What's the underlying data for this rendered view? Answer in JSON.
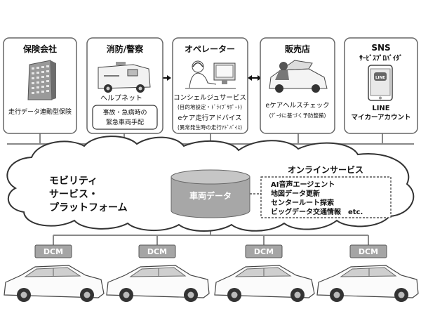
{
  "partners": [
    {
      "title": "保険会社",
      "lines": [
        "走行データ連動型保険"
      ]
    },
    {
      "title": "消防/警察",
      "lines": [
        "ヘルプネット",
        "事故・急病時の",
        "緊急車両手配"
      ]
    },
    {
      "title": "オペレーター",
      "lines": [
        "コンシェルジュサービス",
        "(目的地設定・ﾄﾞﾗｲﾌﾞｻﾎﾟｰﾄ)",
        "eケア走行アドバイス",
        "(異常発生時の走行ｱﾄﾞﾊﾞｲｽ)"
      ]
    },
    {
      "title": "販売店",
      "lines": [
        "eケアヘルスチェック",
        "(ﾃﾞｰﾀに基づく予防整備)"
      ]
    },
    {
      "title": "SNS",
      "subtitle": "ｻｰﾋﾞｽﾌﾟﾛﾊﾞｲﾀﾞ",
      "lines": [
        "LINE",
        "マイカーアカウント"
      ],
      "phone_brand": "LINE"
    }
  ],
  "platform": {
    "lines": [
      "モビリティ",
      "サービス・",
      "プラットフォーム"
    ],
    "database_label": "車両データ",
    "online_title": "オンラインサービス",
    "online_items": [
      "AI音声エージェント",
      "地図データ更新",
      "センタールート探索",
      "ビッグデータ交通情報　etc."
    ]
  },
  "vehicles": [
    {
      "module": "DCM"
    },
    {
      "module": "DCM"
    },
    {
      "module": "DCM"
    },
    {
      "module": "DCM"
    }
  ]
}
